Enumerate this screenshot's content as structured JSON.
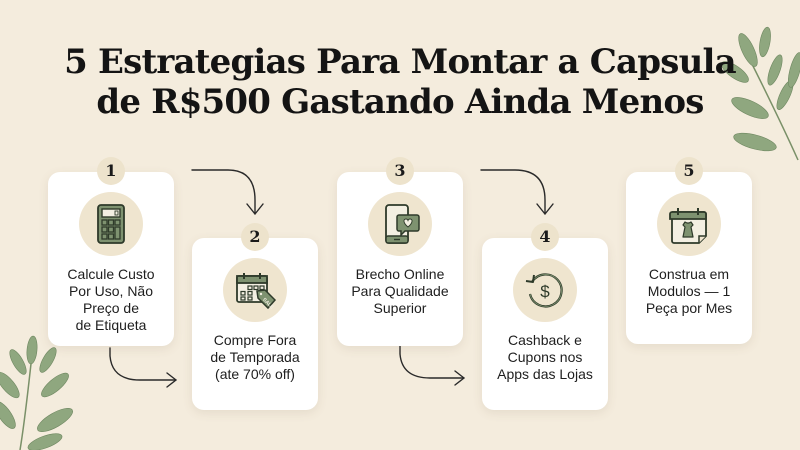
{
  "title": {
    "line1": "5 Estrategias Para Montar a Capsula",
    "line2": "de R$500 Gastando Ainda Menos"
  },
  "colors": {
    "background": "#F4ECDD",
    "card": "#FFFFFF",
    "badge": "#EDE3CC",
    "icon_fill": "#7E9270",
    "icon_stroke": "#2E3A2A",
    "arrow": "#2a2a2a",
    "leaf": "#8FA77F"
  },
  "steps": [
    {
      "number": "1",
      "icon": "calculator-icon",
      "lines": [
        "Calcule Custo",
        "Por Uso, Não",
        "Preço de",
        "de Etiqueta"
      ]
    },
    {
      "number": "2",
      "icon": "calendar-sale-tag-icon",
      "lines": [
        "Compre Fora",
        "de Temporada",
        "(ate 70% off)"
      ]
    },
    {
      "number": "3",
      "icon": "smartphone-heart-message-icon",
      "lines": [
        "Brecho Online",
        "Para Qualidade",
        "Superior"
      ]
    },
    {
      "number": "4",
      "icon": "cashback-dollar-icon",
      "lines": [
        "Cashback e",
        "Cupons nos",
        "Apps das Lojas"
      ]
    },
    {
      "number": "5",
      "icon": "calendar-dress-icon",
      "lines": [
        "Construa em",
        "Modulos — 1",
        "Peça por Mes"
      ]
    }
  ]
}
